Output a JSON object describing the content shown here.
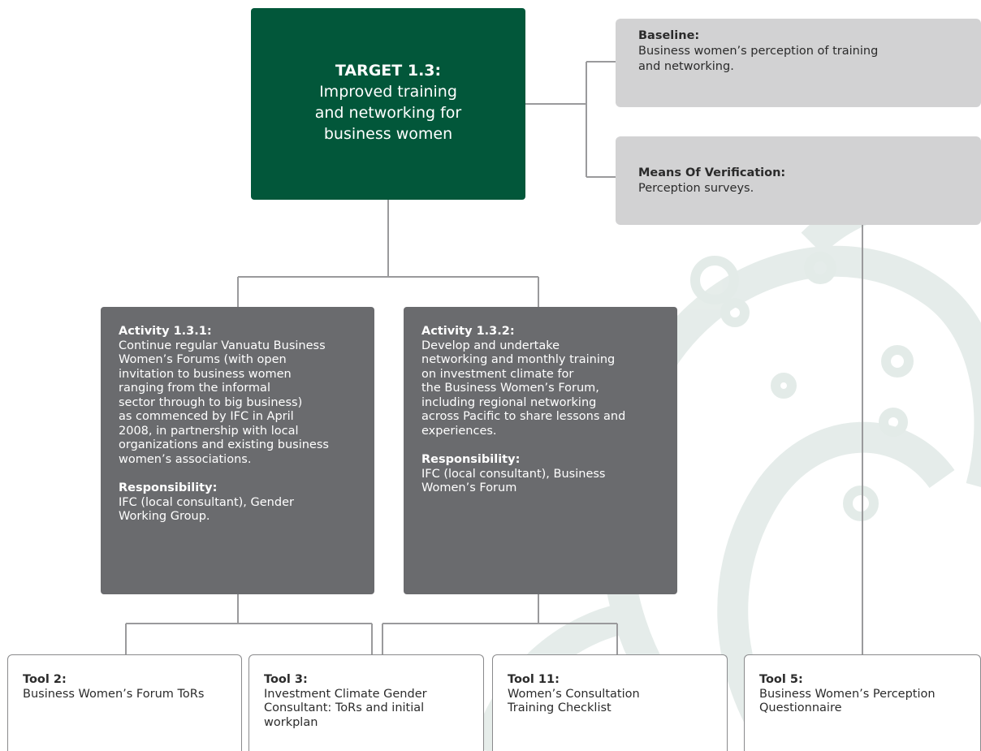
{
  "target": {
    "label": "TARGET 1.3:",
    "description": "Improved training\nand networking for\nbusiness women"
  },
  "baseline": {
    "label": "Baseline:",
    "text": "Business women’s perception of training\nand networking."
  },
  "verification": {
    "label": "Means Of Verification:",
    "text": "Perception surveys."
  },
  "activities": [
    {
      "label": "Activity 1.3.1:",
      "text": "Continue regular Vanuatu Business\nWomen’s Forums (with open\ninvitation to business women\nranging from the informal\nsector through to big business)\nas commenced by IFC in April\n2008, in partnership with local\norganizations and existing business\nwomen’s associations.",
      "responsibility_label": "Responsibility:",
      "responsibility_text": "IFC (local consultant), Gender\nWorking Group."
    },
    {
      "label": "Activity 1.3.2:",
      "text": "Develop and undertake\nnetworking and monthly training\non investment climate for\nthe Business Women’s Forum,\nincluding regional networking\nacross Pacific to share lessons and\nexperiences.",
      "responsibility_label": "Responsibility:",
      "responsibility_text": "IFC (local consultant), Business\nWomen’s Forum"
    }
  ],
  "tools": [
    {
      "label": "Tool 2:",
      "text": "Business Women’s Forum ToRs"
    },
    {
      "label": "Tool 3:",
      "text": "Investment Climate Gender\nConsultant: ToRs and initial\nworkplan"
    },
    {
      "label": "Tool 11:",
      "text": "Women’s Consultation\nTraining Checklist"
    },
    {
      "label": "Tool 5:",
      "text": "Business Women’s Perception\nQuestionnaire"
    }
  ],
  "colors": {
    "target": "#02573a",
    "activity": "#6a6b6e",
    "info": "#d2d2d3",
    "connector": "#9a9a9c",
    "watermark": "#e4ece9"
  }
}
